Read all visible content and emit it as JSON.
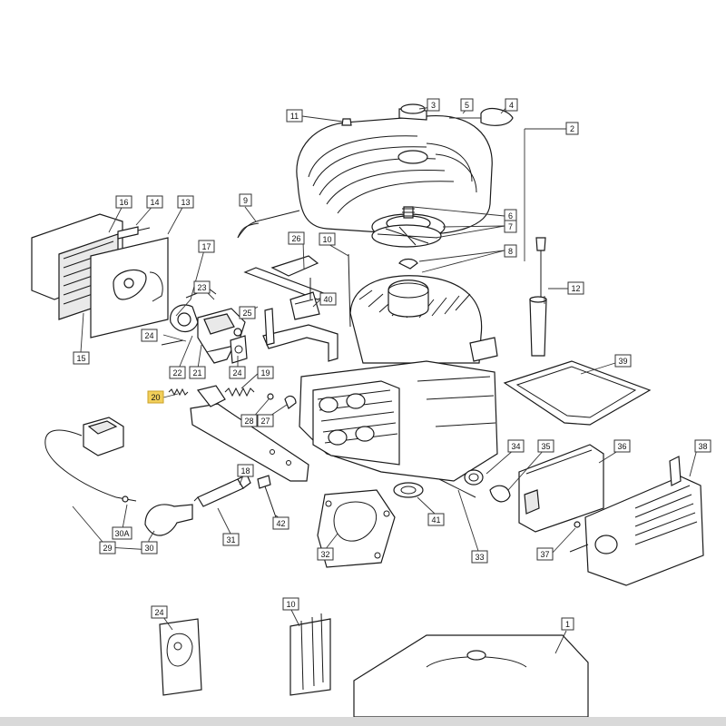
{
  "diagram": {
    "callouts": {
      "c1": "1",
      "c2": "2",
      "c3": "3",
      "c4": "4",
      "c5": "5",
      "c6": "6",
      "c7": "7",
      "c8": "8",
      "c9": "9",
      "c10": "10",
      "c10b": "10",
      "c11": "11",
      "c12": "12",
      "c13": "13",
      "c14": "14",
      "c15": "15",
      "c16": "16",
      "c17": "17",
      "c18": "18",
      "c19": "19",
      "c20": "20",
      "c21": "21",
      "c22": "22",
      "c23": "23",
      "c24a": "24",
      "c24b": "24",
      "c24c": "24",
      "c25": "25",
      "c26": "26",
      "c27": "27",
      "c28": "28",
      "c29": "29",
      "c30": "30",
      "c30a": "30A",
      "c31": "31",
      "c32": "32",
      "c33": "33",
      "c34": "34",
      "c35": "35",
      "c36": "36",
      "c37": "37",
      "c38": "38",
      "c39": "39",
      "c40": "40",
      "c41": "41",
      "c42": "42"
    },
    "highlight_color": "#f2cf5a",
    "line_color": "#1a1a1a"
  }
}
